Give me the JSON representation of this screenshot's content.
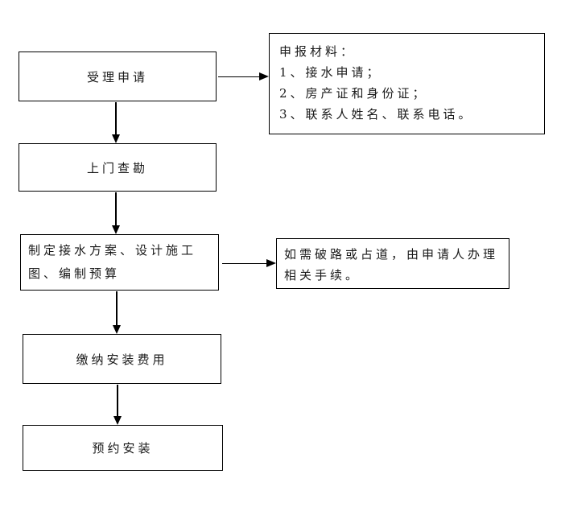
{
  "colors": {
    "background": "#ffffff",
    "line": "#000000",
    "text": "#1a1a1a"
  },
  "flow": {
    "accept": "受理申请",
    "survey": "上门查勘",
    "plan_line1": "制定接水方案、设计施工",
    "plan_line2": "图、编制预算",
    "pay": "缴纳安装费用",
    "schedule": "预约安装"
  },
  "notes": {
    "materials": {
      "title": "申报材料：",
      "item1": "1、接水申请；",
      "item2": "2、房产证和身份证；",
      "item3": "3、联系人姓名、联系电话。"
    },
    "road": {
      "line1": "如需破路或占道，由申请人办理",
      "line2": "相关手续。"
    }
  }
}
